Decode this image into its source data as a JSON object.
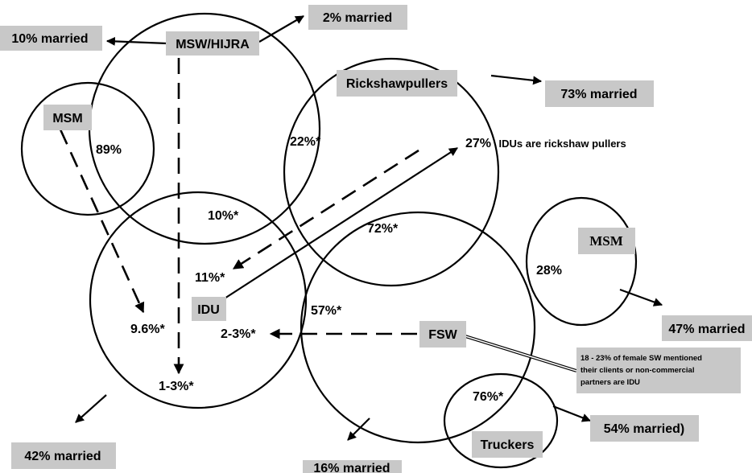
{
  "groups": {
    "msw_hijra": "MSW/HIJRA",
    "msm_left": "MSM",
    "rickshawpullers": "Rickshawpullers",
    "idu": "IDU",
    "fsw": "FSW",
    "msm_right": "MSM",
    "truckers": "Truckers"
  },
  "married": {
    "msw_left": "10% married",
    "msw_right": "2% married",
    "rickshaw": "73% married",
    "msm_right": "47% married",
    "truckers": "54% married)",
    "idu": "42% married",
    "fsw": "16% married"
  },
  "overlaps": {
    "msm_msw": "89%",
    "rickshaw_msw": "22%*",
    "msw_idu": "10%*",
    "rickshaw_fsw": "72%*",
    "fsw_msm": "28%",
    "idu_fsw": "57%*",
    "fsw_truckers": "76%*",
    "msm_to_idu": "9.6%*",
    "msw_to_idu": "1-3%*",
    "rickshaw_to_idu": "11%*",
    "fsw_to_idu": "2-3%*",
    "idu_to_rickshaw_value": "27%",
    "idu_to_rickshaw_text": "IDUs are rickshaw pullers"
  },
  "fsw_note": {
    "line1": "18 - 23% of female SW mentioned",
    "line2": "their clients or non-commercial",
    "line3": "partners are IDU"
  }
}
